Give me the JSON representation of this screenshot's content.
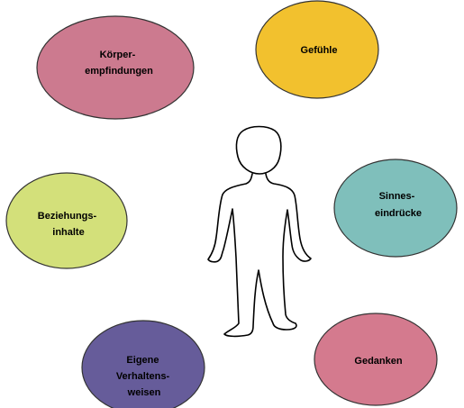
{
  "bubbles": [
    {
      "id": "koerper",
      "lines": [
        "Körper-",
        "empfindungen"
      ],
      "color": "#cc7a8f"
    },
    {
      "id": "gefuehle",
      "lines": [
        "Gefühle"
      ],
      "color": "#f2c12e"
    },
    {
      "id": "sinne",
      "lines": [
        "Sinnes-",
        "eindrücke"
      ],
      "color": "#7fbfbb"
    },
    {
      "id": "beziehung",
      "lines": [
        "Beziehungs-",
        "inhalte"
      ],
      "color": "#d3e07a"
    },
    {
      "id": "gedanken",
      "lines": [
        "Gedanken"
      ],
      "color": "#d47a8e"
    },
    {
      "id": "verhalten",
      "lines": [
        "Eigene",
        "Verhaltens-",
        "weisen"
      ],
      "color": "#665c9a"
    }
  ],
  "figure": {
    "icon": "person-outline-icon"
  }
}
